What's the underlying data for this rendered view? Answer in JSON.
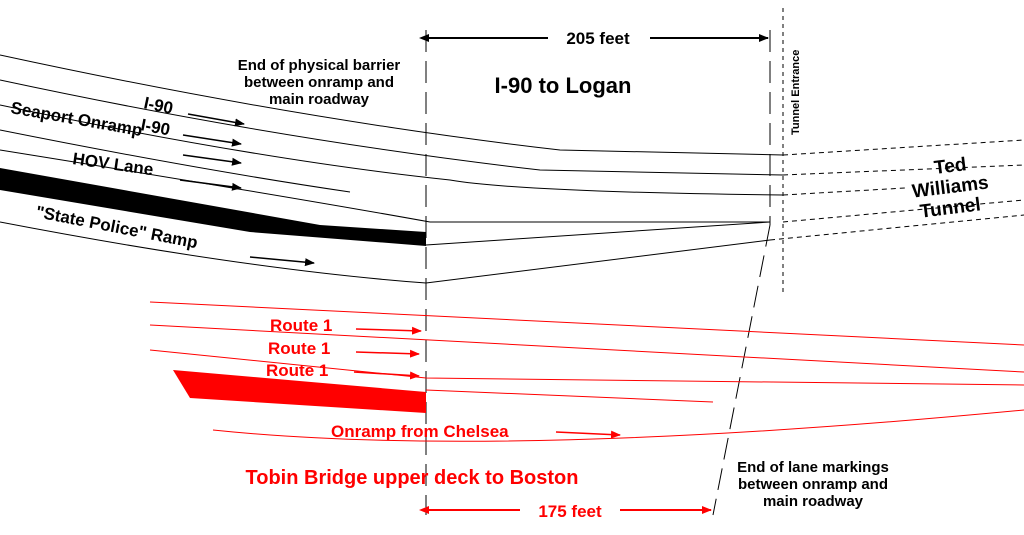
{
  "colors": {
    "black": "#000000",
    "red": "#ff0000",
    "white": "#ffffff"
  },
  "labels": {
    "dim_top": "205 feet",
    "dim_bottom": "175 feet",
    "i90_logan": "I-90 to Logan",
    "barrier_note": [
      "End of physical barrier",
      "between onramp and",
      "main roadway"
    ],
    "tunnel_entrance": "Tunnel Entrance",
    "tunnel_name": [
      "Ted",
      "Williams",
      "Tunnel"
    ],
    "lanes_black": [
      "I-90",
      "I-90",
      "Seaport Onramp",
      "HOV Lane",
      "\"State Police\" Ramp"
    ],
    "lanes_red": [
      "Route 1",
      "Route 1",
      "Route 1",
      "Onramp from Chelsea"
    ],
    "tobin": "Tobin Bridge upper deck to Boston",
    "markings_note": [
      "End of lane markings",
      "between onramp and",
      "main roadway"
    ]
  }
}
